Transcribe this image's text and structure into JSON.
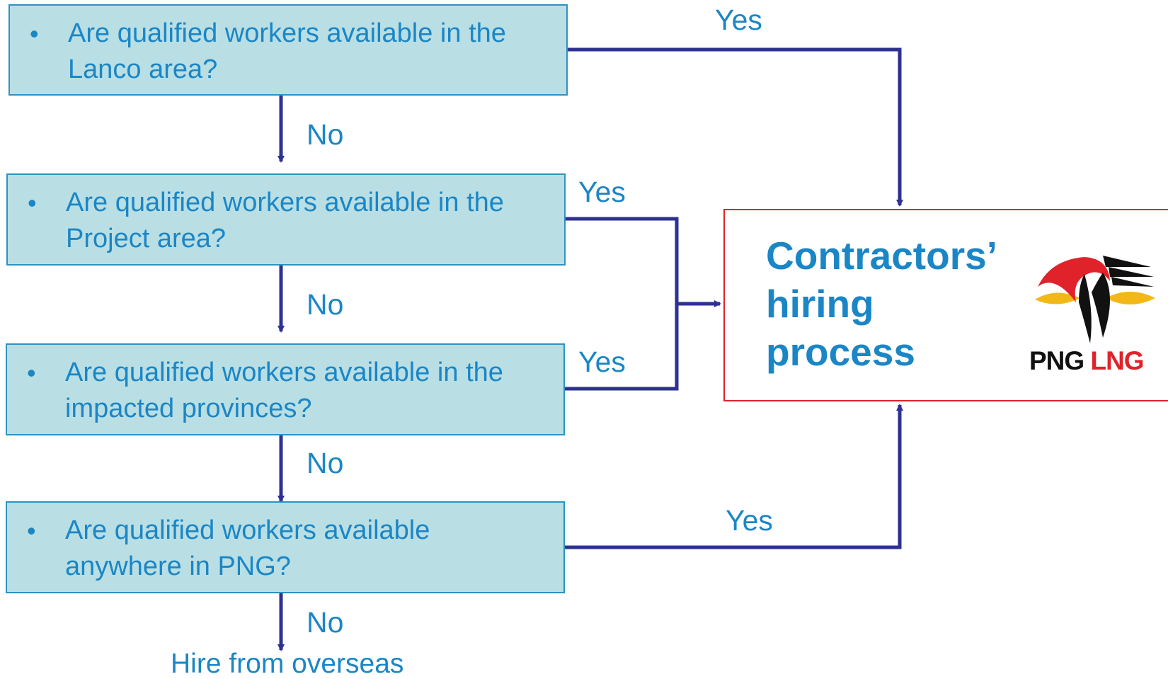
{
  "questions": [
    {
      "bullet": "•",
      "text": "Are qualified workers available in the Lanco area?"
    },
    {
      "bullet": "•",
      "text": "Are qualified workers available in the Project area?"
    },
    {
      "bullet": "•",
      "text": "Are qualified workers available in the  impacted provinces?"
    },
    {
      "bullet": "•",
      "text": "Are qualified workers available anywhere in PNG?"
    }
  ],
  "labels": {
    "yes1": "Yes",
    "yes2": "Yes",
    "yes3": "Yes",
    "yes4": "Yes",
    "no1": "No",
    "no2": "No",
    "no3": "No",
    "no4": "No"
  },
  "terminal": "Hire from overseas",
  "target": {
    "title": "Contractors’ hiring process",
    "logo_text_1": "PNG",
    "logo_text_2": "LNG"
  },
  "colors": {
    "box_fill": "#b9dfe4",
    "box_border": "#2c93c2",
    "text": "#1b86c6",
    "connector": "#2e3192",
    "target_border": "#e0232a"
  },
  "icons": [
    "png-lng-logo",
    "arrow-icon"
  ]
}
